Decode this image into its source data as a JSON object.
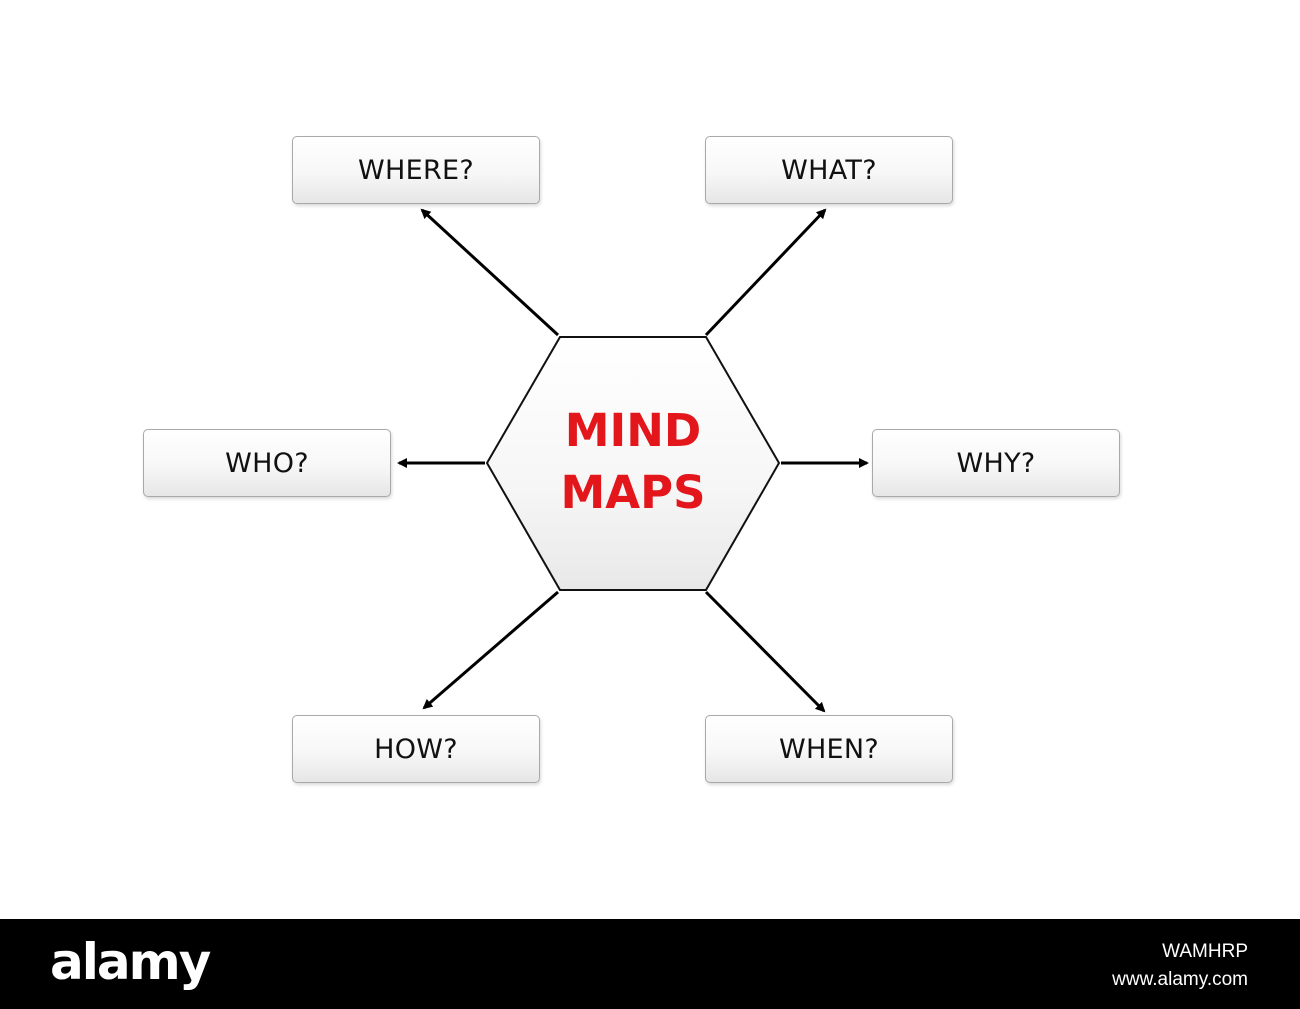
{
  "diagram": {
    "center": {
      "line1": "MIND",
      "line2": "MAPS",
      "color": "#e3161c"
    },
    "nodes": {
      "where": "WHERE?",
      "what": "WHAT?",
      "who": "WHO?",
      "why": "WHY?",
      "how": "HOW?",
      "when": "WHEN?"
    }
  },
  "footer": {
    "brand": "alamy",
    "image_id": "WAMHRP",
    "url": "www.alamy.com"
  }
}
